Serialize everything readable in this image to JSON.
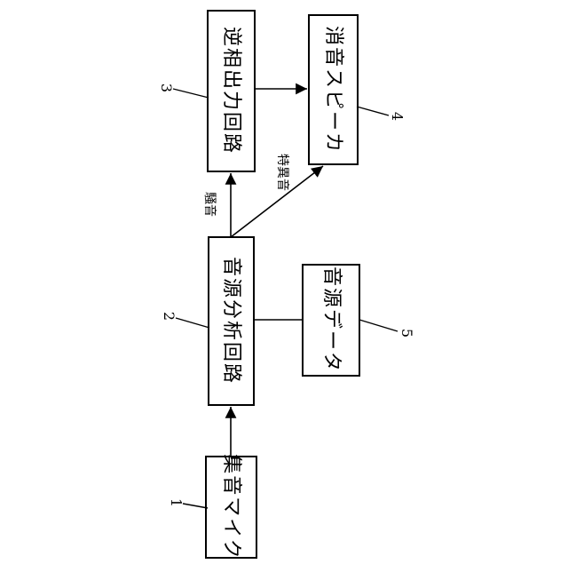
{
  "blocks": {
    "mic": "集音マイク",
    "analyzer": "音源分析回路",
    "data": "音源データ",
    "inverter": "逆相出力回路",
    "speaker": "消音スピーカ"
  },
  "edges": {
    "noise": "騒音",
    "special": "特異音"
  },
  "refs": {
    "mic": "1",
    "analyzer": "2",
    "inverter": "3",
    "speaker": "4",
    "data": "5"
  }
}
